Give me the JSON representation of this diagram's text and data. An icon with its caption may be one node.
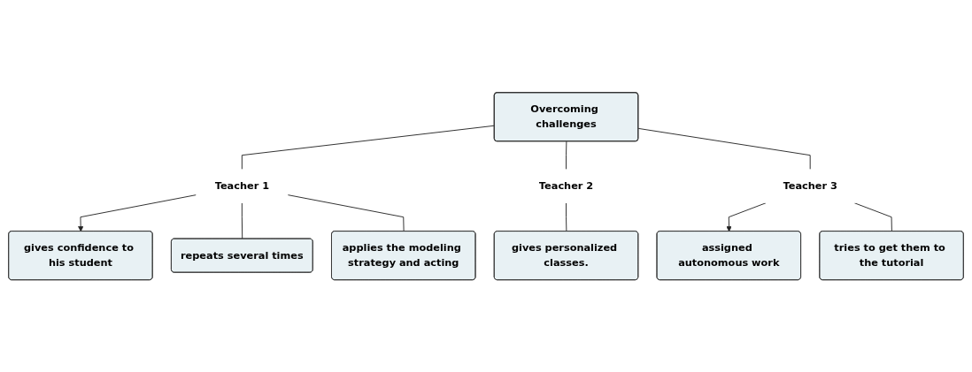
{
  "diagram": {
    "nodes": [
      {
        "text": [
          "Overcoming challenges"
        ]
      },
      {
        "text": [
          "Teacher 1"
        ]
      },
      {
        "text": [
          "gives confidence to his student"
        ]
      },
      {
        "text": [
          "Teacher 2"
        ]
      },
      {
        "text": [
          "Teacher 3"
        ]
      },
      {
        "text": [
          "assigned autonomous work"
        ]
      },
      {
        "text": [
          "repeats several times"
        ]
      },
      {
        "text": [
          "gives personalized classes."
        ]
      },
      {
        "text": [
          "applies the modeling strategy and acting"
        ]
      },
      {
        "text": [
          "tries to get them to the tutorial"
        ]
      }
    ],
    "edges": [
      {
        "from": 0,
        "to": 1,
        "arrow": "none"
      },
      {
        "from": 0,
        "to": 3,
        "arrow": "none"
      },
      {
        "from": 0,
        "to": 4,
        "arrow": "none"
      },
      {
        "from": 1,
        "to": 2,
        "arrow": "to"
      },
      {
        "from": 1,
        "to": 6,
        "arrow": "none"
      },
      {
        "from": 1,
        "to": 8,
        "arrow": "none"
      },
      {
        "from": 3,
        "to": 7,
        "arrow": "none"
      },
      {
        "from": 4,
        "to": 5,
        "arrow": "to"
      },
      {
        "from": 4,
        "to": 9,
        "arrow": "none"
      }
    ]
  }
}
